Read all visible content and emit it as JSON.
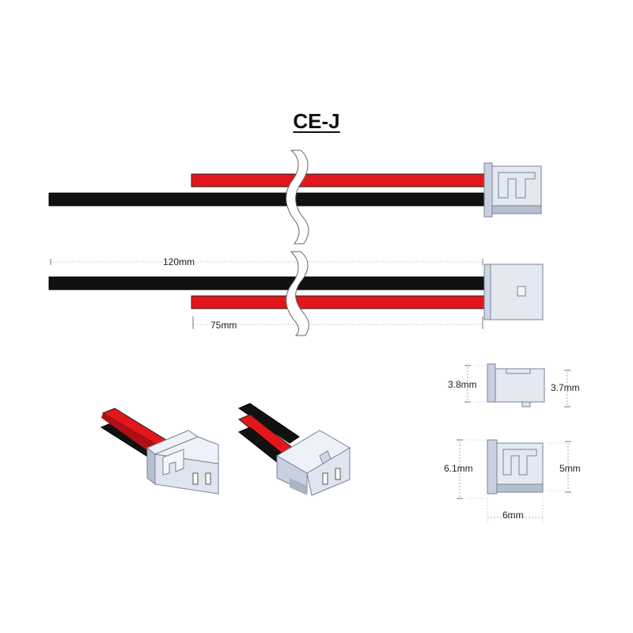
{
  "title": "CE-J",
  "dimensions": {
    "total_length": "120mm",
    "stagger_length": "75mm",
    "left_height": "3.8mm",
    "right_height": "3.7mm",
    "left_body_height": "6.1mm",
    "right_body_height": "5mm",
    "body_width": "6mm"
  },
  "colors": {
    "wire_red": "#e3171b",
    "wire_black": "#111111",
    "housing": "#dde3ee",
    "housing_outline": "#8a93a6",
    "housing_shadow": "#a9b3c7"
  }
}
